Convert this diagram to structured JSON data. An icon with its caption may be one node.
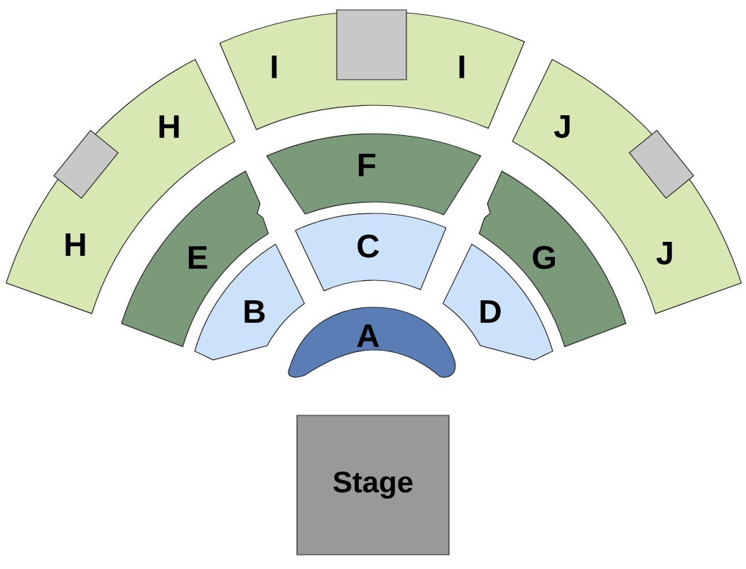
{
  "diagram": {
    "nodes": [
      {
        "text": [
          "I",
          "I"
        ]
      },
      {
        "text": [],
        "shape": "box",
        "in": 0
      },
      {
        "text": [
          "H",
          "H"
        ]
      },
      {
        "text": [],
        "shape": "box",
        "in": 2
      },
      {
        "text": [
          "J",
          "J"
        ]
      },
      {
        "text": [],
        "shape": "box",
        "in": 4
      },
      {
        "text": [
          "F"
        ]
      },
      {
        "text": [
          "E"
        ]
      },
      {
        "text": [
          "G"
        ]
      },
      {
        "text": [
          "C"
        ]
      },
      {
        "text": [
          "B"
        ]
      },
      {
        "text": [
          "D"
        ]
      },
      {
        "text": [
          "A"
        ]
      },
      {
        "text": [
          "Stage"
        ]
      }
    ]
  }
}
